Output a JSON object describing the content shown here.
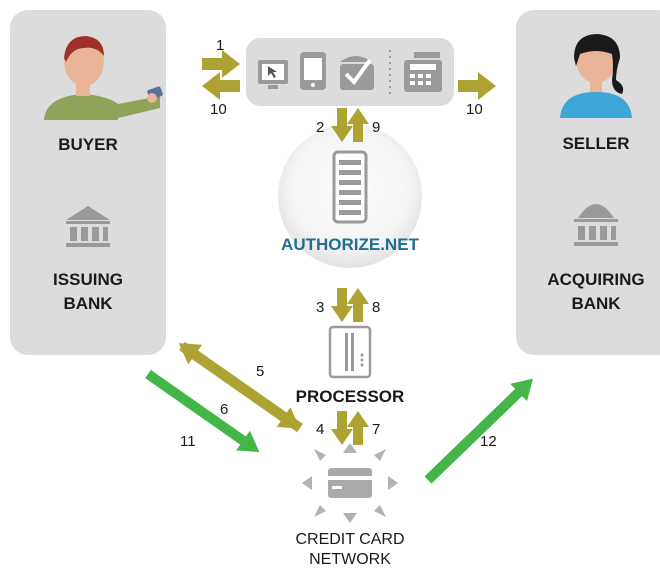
{
  "buyer": {
    "label": "BUYER",
    "icon": "buyer-person-icon"
  },
  "issuing_bank": {
    "label_line1": "ISSUING",
    "label_line2": "BANK",
    "icon": "bank-icon"
  },
  "seller": {
    "label": "SELLER",
    "icon": "seller-person-icon"
  },
  "acquiring_bank": {
    "label_line1": "ACQUIRING",
    "label_line2": "BANK",
    "icon": "bank-icon"
  },
  "gateway": {
    "label": "AUTHORIZE.NET",
    "icon": "server-icon"
  },
  "processor": {
    "label": "PROCESSOR",
    "icon": "processor-icon"
  },
  "network": {
    "label_line1": "CREDIT CARD",
    "label_line2": "NETWORK",
    "icon": "credit-card-icon"
  },
  "merchant_channels": {
    "icons": [
      "computer-icon",
      "mobile-icon",
      "mail-phone-order-icon",
      "pos-terminal-icon"
    ]
  },
  "steps": {
    "s1": "1",
    "s10_left": "10",
    "s10_right": "10",
    "s2": "2",
    "s9": "9",
    "s3": "3",
    "s8": "8",
    "s4": "4",
    "s7": "7",
    "s5": "5",
    "s6": "6",
    "s11": "11",
    "s12": "12"
  },
  "colors": {
    "olive_arrow": "#aca333",
    "green_arrow": "#44b649",
    "panel": "#dcdcdc",
    "brand": "#1f6f8f"
  }
}
